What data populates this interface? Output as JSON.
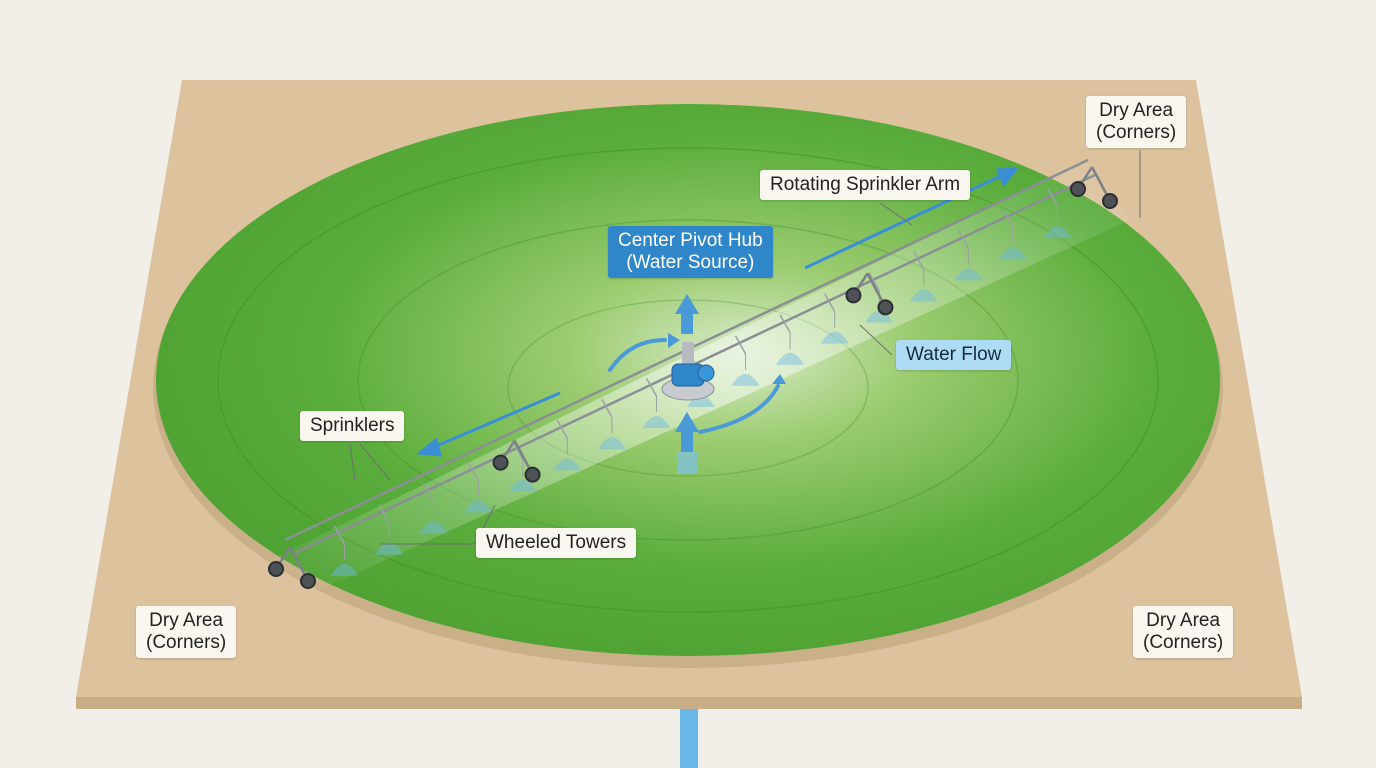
{
  "labels": {
    "dry_top_right": "Dry Area\n(Corners)",
    "rotating_arm": "Rotating Sprinkler Arm",
    "center_hub": "Center Pivot Hub\n(Water Source)",
    "water_flow": "Water Flow",
    "sprinklers": "Sprinklers",
    "wheeled_towers": "Wheeled Towers",
    "dry_bottom_left": "Dry Area\n(Corners)",
    "dry_bottom_right": "Dry Area\n(Corners)"
  },
  "colors": {
    "background": "#f2efe9",
    "soil": "#dcc39e",
    "soil_edge": "#c9ad86",
    "crop_field": "#5aad3c",
    "crop_dark": "#4a9e2f",
    "steel": "#8a8f94",
    "water": "#6ab8e8",
    "hub_blue": "#2f86c8",
    "label_bg": "#faf7f0"
  },
  "icons": {
    "hub": "pump-icon",
    "arrows": "arrow-icon"
  }
}
